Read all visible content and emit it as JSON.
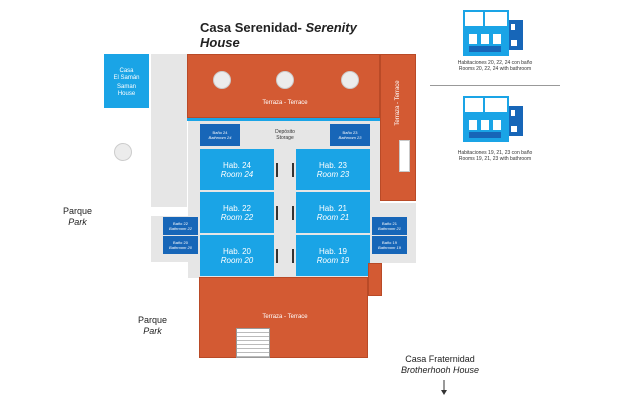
{
  "title": {
    "es": "Casa Serenidad-",
    "en": "Serenity House"
  },
  "saman_house": {
    "es1": "Casa",
    "es2": "El Samán",
    "en1": "Saman",
    "en2": "House"
  },
  "terraces": {
    "top": "Terraza - Terrace",
    "right": "Terraza - Terrace",
    "bottom": "Terraza - Terrace"
  },
  "storage": {
    "es": "Depósito",
    "en": "Storage"
  },
  "rooms": [
    {
      "es": "Hab. 24",
      "en": "Room 24"
    },
    {
      "es": "Hab. 23",
      "en": "Room 23"
    },
    {
      "es": "Hab. 22",
      "en": "Room 22"
    },
    {
      "es": "Hab. 21",
      "en": "Room 21"
    },
    {
      "es": "Hab. 20",
      "en": "Room 20"
    },
    {
      "es": "Hab. 19",
      "en": "Room 19"
    }
  ],
  "bathrooms": [
    {
      "es": "Baño 24",
      "en": "Bathroom 24"
    },
    {
      "es": "Baño 23",
      "en": "Bathroom 23"
    },
    {
      "es": "Baño 22",
      "en": "Bathroom 22"
    },
    {
      "es": "Baño 21",
      "en": "Bathroom 21"
    },
    {
      "es": "Baño 20",
      "en": "Bathroom 20"
    },
    {
      "es": "Baño 19",
      "en": "Bathroom 19"
    }
  ],
  "park_left": {
    "es": "Parque",
    "en": "Park"
  },
  "park_bottom": {
    "es": "Parque",
    "en": "Park"
  },
  "brother_house": {
    "es": "Casa Fraternidad",
    "en": "Brotherhooh House"
  },
  "legend": [
    {
      "es": "Habitaciones 20, 22, 24 con baño",
      "en": "Rooms 20, 22, 24 with bathroom"
    },
    {
      "es": "Habitaciones 19, 21, 23 con baño",
      "en": "Rooms 19, 21, 23 with bathroom"
    }
  ],
  "colors": {
    "terrace": "#d35a33",
    "room": "#1aa4e6",
    "bathroom": "#1766b8",
    "floor": "#e6e6e6"
  }
}
